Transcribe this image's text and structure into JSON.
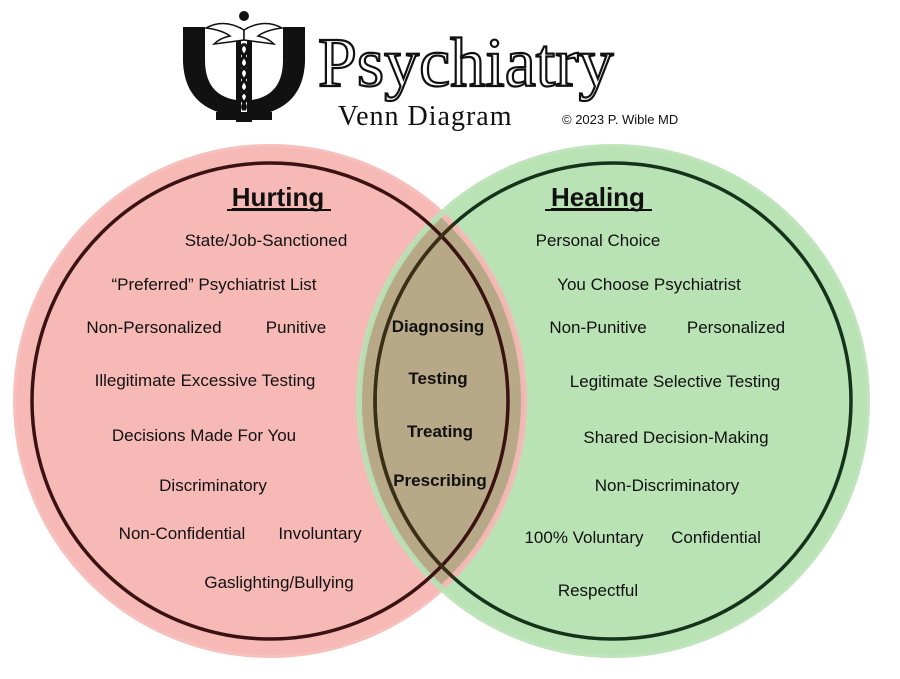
{
  "header": {
    "title": "Psychiatry",
    "subtitle": "Venn Diagram",
    "copyright": "© 2023 P. Wible MD",
    "logo_icon": "psi-caduceus-logo"
  },
  "colors": {
    "left_fill": "#f6b9b6",
    "right_fill": "#b9e2b5",
    "overlap_fill": "#b7a987",
    "left_stroke": "#3a1212",
    "right_stroke": "#15321a",
    "overlap_stroke": "#3a2e14",
    "text": "#111111"
  },
  "left": {
    "heading": "Hurting",
    "items": [
      "State/Job-Sanctioned",
      "“Preferred” Psychiatrist List",
      "Non-Personalized",
      "Punitive",
      "Illegitimate Excessive Testing",
      "Decisions Made For You",
      "Discriminatory",
      "Non-Confidential",
      "Involuntary",
      "Gaslighting/Bullying"
    ]
  },
  "right": {
    "heading": "Healing",
    "items": [
      "Personal Choice",
      "You Choose Psychiatrist",
      "Non-Punitive",
      "Personalized",
      "Legitimate Selective Testing",
      "Shared Decision-Making",
      "Non-Discriminatory",
      "100% Voluntary",
      "Confidential",
      "Respectful"
    ]
  },
  "overlap": {
    "items": [
      "Diagnosing",
      "Testing",
      "Treating",
      "Prescribing"
    ]
  }
}
